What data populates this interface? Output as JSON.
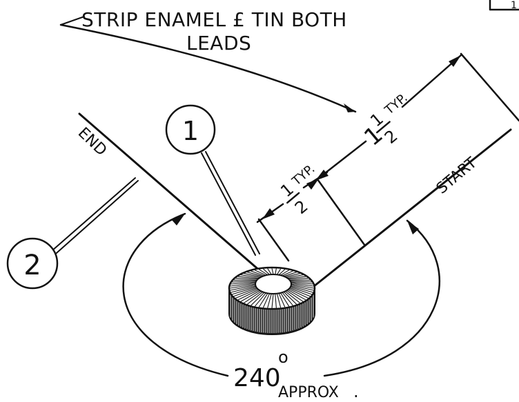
{
  "note": {
    "line1": "STRIP ENAMEL £ TIN BOTH",
    "line2": "LEADS"
  },
  "leads": {
    "end_label": "END",
    "start_label": "START"
  },
  "callouts": {
    "item_1": "1",
    "item_2": "2"
  },
  "dimensions": {
    "long": {
      "whole": "1",
      "num": "1",
      "den": "2",
      "note": "TYP."
    },
    "short": {
      "num": "1",
      "den": "2",
      "note": "TYP."
    }
  },
  "angle": {
    "value": "240",
    "degree": "o",
    "approx": "APPROX",
    "dot": "."
  },
  "corner_tag": {
    "text": "1"
  }
}
